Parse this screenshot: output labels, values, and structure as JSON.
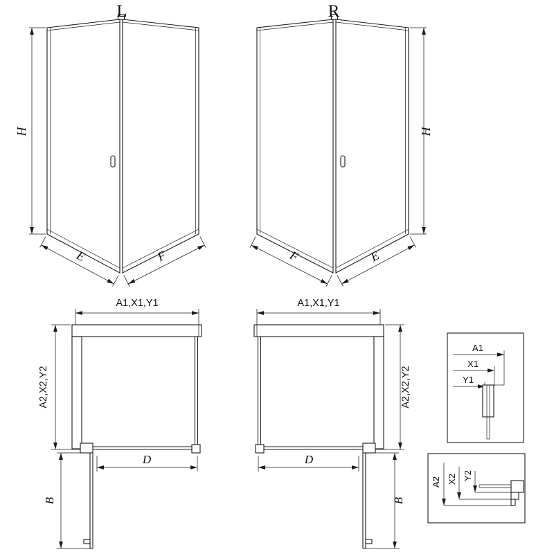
{
  "labels": {
    "variant_left": "L",
    "variant_right": "R",
    "height": "H",
    "width_e": "E",
    "width_f": "F",
    "front_dims": "A1,X1,Y1",
    "depth_dims": "A2,X2,Y2",
    "opening_width": "D",
    "door_width": "B",
    "detail_a1": "A1",
    "detail_x1": "X1",
    "detail_y1": "Y1",
    "detail_a2": "A2",
    "detail_x2": "X2",
    "detail_y2": "Y2"
  },
  "colors": {
    "line": "#1a1a1a",
    "glass": "#f4f4f4",
    "background": "#ffffff",
    "hatch": "#3a3a3a"
  }
}
